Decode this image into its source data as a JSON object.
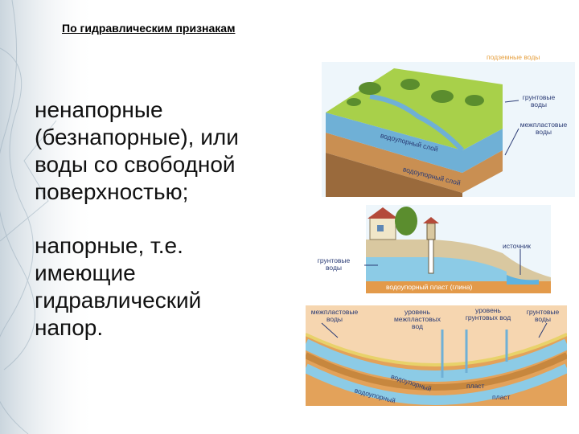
{
  "slide": {
    "title": "По гидравлическим признакам",
    "paragraphs": [
      "ненапорные (безнапорные), или воды со свободной поверхностью;",
      "напорные, т.е. имеющие гидравлический напор."
    ]
  },
  "figure1": {
    "caption": "подземные воды",
    "label_ground": "грунтовые воды",
    "label_interlayer": "межпластовые воды",
    "label_aquiclude1": "водоупорный слой",
    "label_aquiclude2": "водоупорный слой"
  },
  "figure2": {
    "label_ground": "грунтовые воды",
    "label_spring": "источник",
    "label_aquiclude": "водоупорный пласт (глина)"
  },
  "figure3": {
    "label_interlayer": "межпластовые воды",
    "label_level_interlayer": "уровень межпластовых вод",
    "label_level_ground": "уровень грунтовых вод",
    "label_ground": "грунтовые воды",
    "label_aquiclude": "водоупорный",
    "label_layer": "пласт",
    "label_aquiclude2": "водоупорный",
    "label_layer2": "пласт"
  }
}
